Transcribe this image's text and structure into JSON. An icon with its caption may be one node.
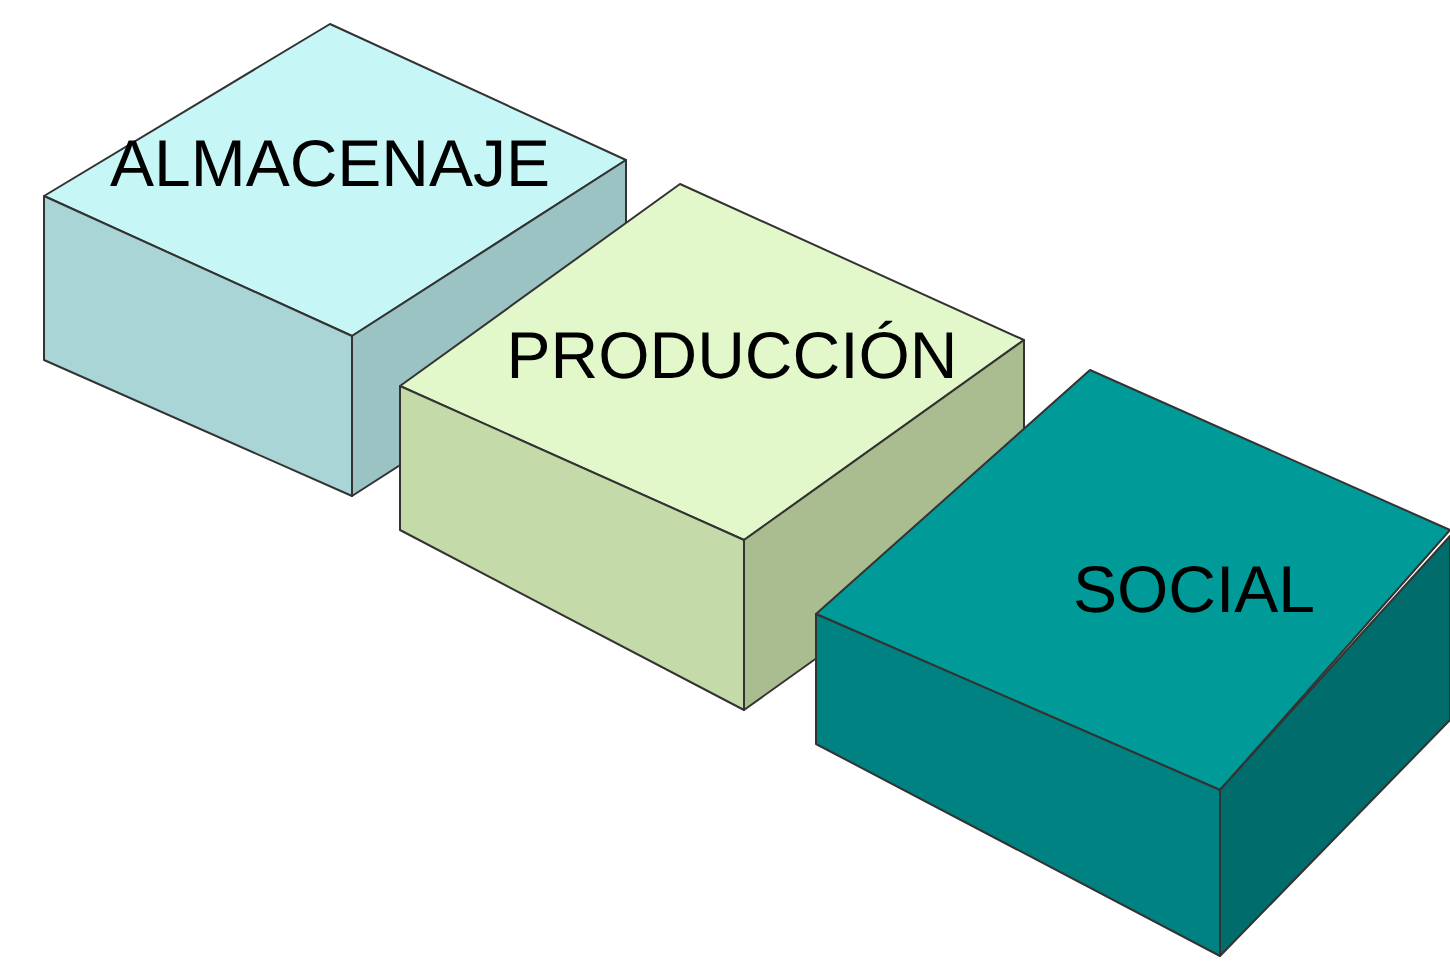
{
  "diagram": {
    "nodes": [
      {
        "text": [
          "ALMACENAJE"
        ]
      },
      {
        "text": [
          "PRODUCCIÓN"
        ]
      },
      {
        "text": [
          "SOCIAL"
        ]
      }
    ]
  }
}
